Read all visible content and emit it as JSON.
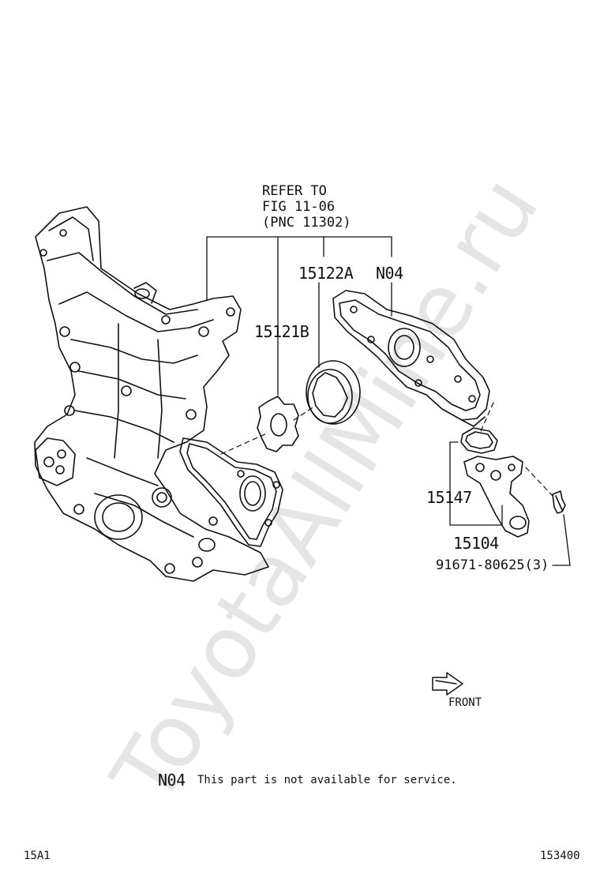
{
  "refer": {
    "line1": "REFER TO",
    "line2": "FIG 11-06",
    "line3": "(PNC 11302)"
  },
  "parts": {
    "p15122A": "15122A",
    "pN04": "N04",
    "p15121B": "15121B",
    "p15147": "15147",
    "p15104": "15104",
    "p91671": "91671-80625(3)"
  },
  "front_label": "FRONT",
  "note": {
    "code": "N04",
    "text": "This part is not available for service."
  },
  "footer": {
    "left": "15A1",
    "right": "153400"
  },
  "watermark": "ToyotaAllMine.ru"
}
